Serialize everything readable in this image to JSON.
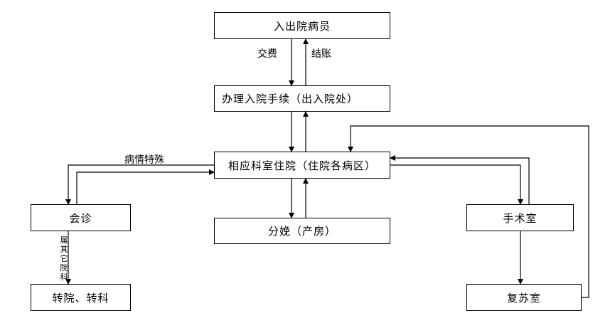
{
  "nodes": {
    "patients": "入出院病员",
    "admission": "办理入院手续（出入院处）",
    "ward": "相应科室住院（住院各病区）",
    "consult": "会诊",
    "delivery": "分娩（产房）",
    "surgery": "手术室",
    "transfer": "转院、转科",
    "recovery": "复苏室"
  },
  "edge_labels": {
    "pay": "交费",
    "settle": "结账",
    "special": "病情特殊",
    "other_hospital": "属其它院科"
  }
}
